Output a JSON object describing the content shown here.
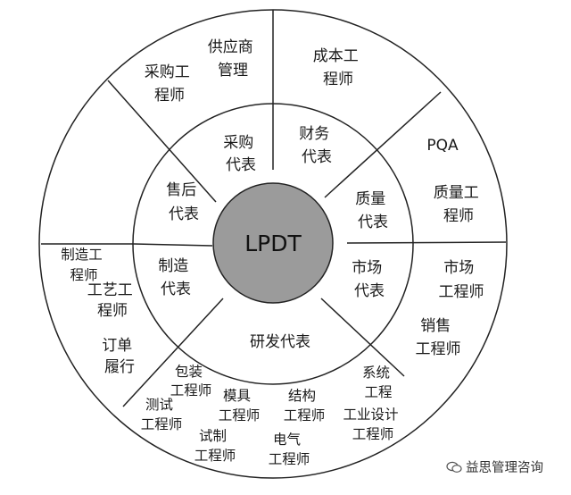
{
  "center": "LPDT",
  "inner": {
    "procurement_rep": [
      "采购",
      "代表"
    ],
    "finance_rep": [
      "财务",
      "代表"
    ],
    "quality_rep": [
      "质量",
      "代表"
    ],
    "market_rep": [
      "市场",
      "代表"
    ],
    "rd_rep": [
      "研发代表"
    ],
    "manufacturing_rep": [
      "制造",
      "代表"
    ],
    "after_sales_rep": [
      "售后",
      "代表"
    ]
  },
  "outer": {
    "supplier_mgmt": [
      "供应商",
      "管理"
    ],
    "cost_engineer": [
      "成本工",
      "程师"
    ],
    "purchasing_engineer": [
      "采购工",
      "程师"
    ],
    "pqa": [
      "PQA"
    ],
    "quality_engineer": [
      "质量工",
      "程师"
    ],
    "market_engineer": [
      "市场",
      "工程师"
    ],
    "sales_engineer": [
      "销售",
      "工程师"
    ],
    "mfg_engineer": [
      "制造工",
      "程师"
    ],
    "process_engineer": [
      "工艺工",
      "程师"
    ],
    "order_fulfillment": [
      "订单",
      "履行"
    ],
    "packaging_engineer": [
      "包装",
      "工程师"
    ],
    "test_engineer": [
      "测试",
      "工程师"
    ],
    "mold_engineer": [
      "模具",
      "工程师"
    ],
    "structure_engineer": [
      "结构",
      "工程师"
    ],
    "trial_engineer": [
      "试制",
      "工程师"
    ],
    "electrical_engineer": [
      "电气",
      "工程师"
    ],
    "system_engineer": [
      "系统",
      "工程"
    ],
    "industrial_design_engineer": [
      "工业设计",
      "工程师"
    ]
  },
  "watermark": "益思管理咨询",
  "colors": {
    "core_fill": "#9b9b9b",
    "line": "#222222"
  }
}
